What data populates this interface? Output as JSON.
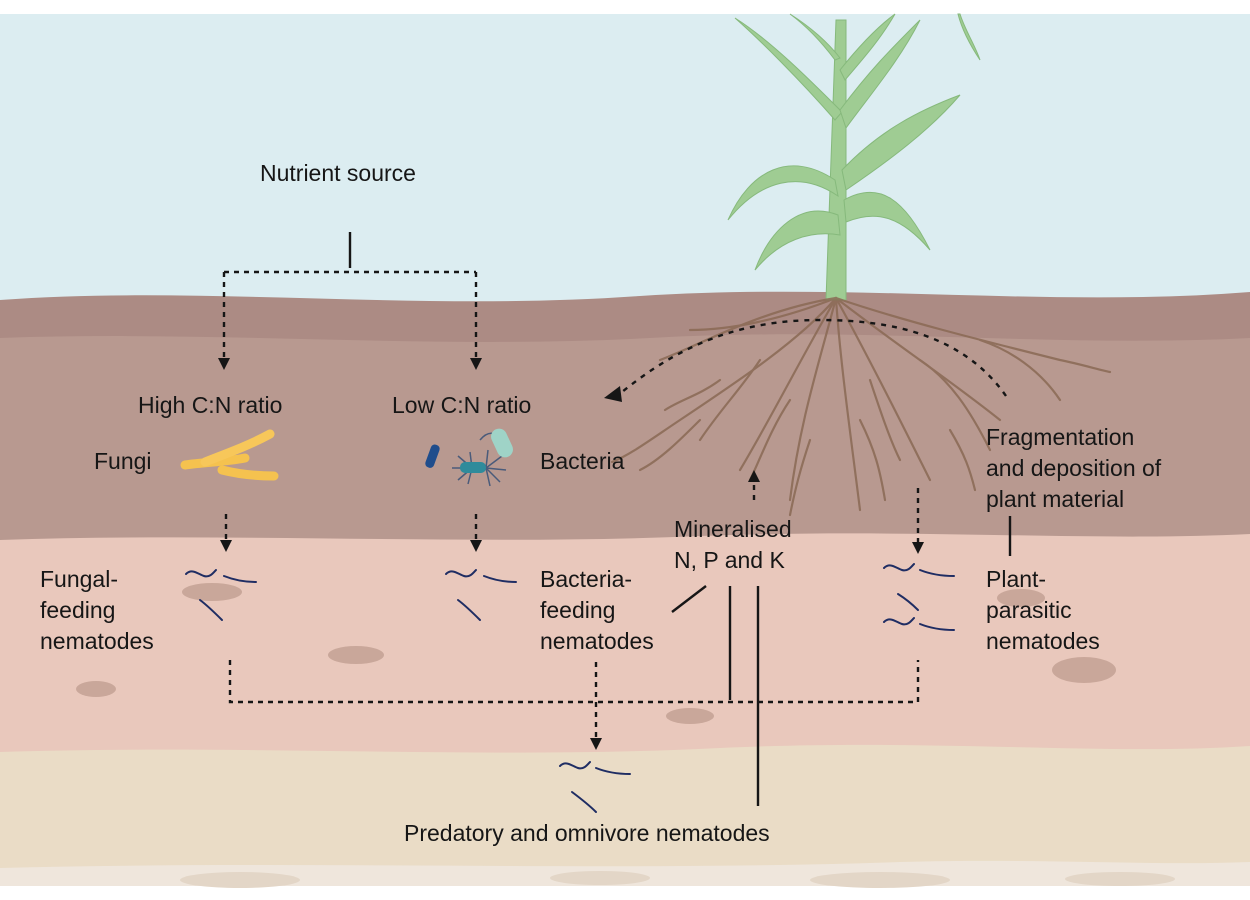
{
  "labels": {
    "nutrient_source": "Nutrient source",
    "high_cn": "High C:N ratio",
    "low_cn": "Low C:N ratio",
    "fungi": "Fungi",
    "bacteria": "Bacteria",
    "fragmentation": [
      "Fragmentation",
      "and deposition of",
      "plant material"
    ],
    "mineralised": [
      "Mineralised",
      "N, P and K"
    ],
    "fungal_feeding": [
      "Fungal-",
      "feeding",
      "nematodes"
    ],
    "bacteria_feeding": [
      "Bacteria-",
      "feeding",
      "nematodes"
    ],
    "plant_parasitic": [
      "Plant-",
      "parasitic",
      "nematodes"
    ],
    "predatory": "Predatory and omnivore nematodes"
  },
  "colors": {
    "sky": "#dcedf1",
    "topsoil": "#ac8b84",
    "subsoil": "#b89990",
    "lower_soil": "#e9c8bc",
    "sand": "#eadcc6",
    "bedrock": "#efe6dc",
    "plant": "#9fcc93",
    "roots": "#8a6a55",
    "fungi": "#f7c75a",
    "bacteria": "#2f8b9b",
    "nematode": "#1f2d63",
    "arrow": "#161616"
  }
}
